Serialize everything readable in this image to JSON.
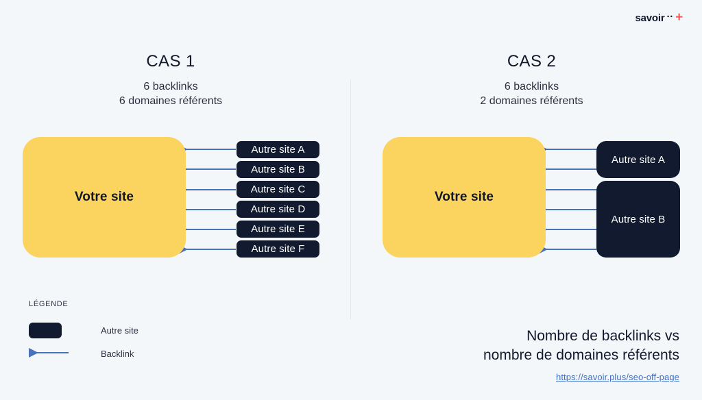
{
  "brand": {
    "name": "savoir",
    "dots": "··",
    "plus": "+"
  },
  "cases": [
    {
      "id": "cas-1",
      "title": "CAS 1",
      "line1": "6 backlinks",
      "line2": "6 domaines référents",
      "site_label": "Votre site",
      "others": [
        {
          "label": "Autre site A"
        },
        {
          "label": "Autre site B"
        },
        {
          "label": "Autre site C"
        },
        {
          "label": "Autre site D"
        },
        {
          "label": "Autre site E"
        },
        {
          "label": "Autre site F"
        }
      ]
    },
    {
      "id": "cas-2",
      "title": "CAS 2",
      "line1": "6 backlinks",
      "line2": "2 domaines référents",
      "site_label": "Votre site",
      "others": [
        {
          "label": "Autre site A"
        },
        {
          "label": "Autre site B"
        }
      ]
    }
  ],
  "legend": {
    "title": "LÉGENDE",
    "items": [
      {
        "type": "swatch",
        "label": "Autre site"
      },
      {
        "type": "arrow",
        "label": "Backlink"
      }
    ]
  },
  "caption": {
    "line1": "Nombre de backlinks vs",
    "line2": "nombre de domaines référents",
    "url": "https://savoir.plus/seo-off-page"
  },
  "colors": {
    "background": "#f4f7fa",
    "site_yellow": "#fbd35f",
    "other_navy": "#111a2e",
    "arrow_blue": "#4a72b8",
    "link_blue": "#3f6fc0",
    "brand_red": "#f2595c",
    "divider": "#e2e8ef"
  }
}
